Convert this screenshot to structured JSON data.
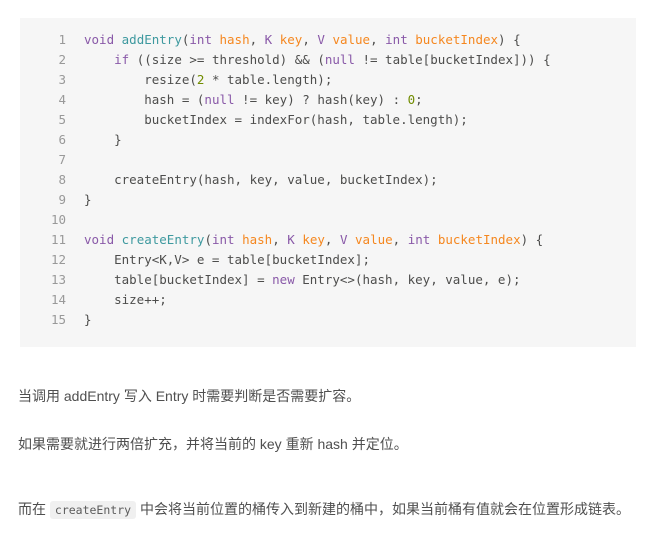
{
  "code_block": {
    "language": "java",
    "background_color": "#f6f6f6",
    "line_number_color": "#999999",
    "plain_color": "#4d4d4c",
    "keyword_color": "#8959a8",
    "function_color": "#3e999f",
    "variable_color": "#f5871f",
    "number_color": "#718c00",
    "lines": [
      {
        "n": "1",
        "text": "void addEntry(int hash, K key, V value, int bucketIndex) {"
      },
      {
        "n": "2",
        "text": "    if ((size >= threshold) && (null != table[bucketIndex])) {"
      },
      {
        "n": "3",
        "text": "        resize(2 * table.length);"
      },
      {
        "n": "4",
        "text": "        hash = (null != key) ? hash(key) : 0;"
      },
      {
        "n": "5",
        "text": "        bucketIndex = indexFor(hash, table.length);"
      },
      {
        "n": "6",
        "text": "    }"
      },
      {
        "n": "7",
        "text": ""
      },
      {
        "n": "8",
        "text": "    createEntry(hash, key, value, bucketIndex);"
      },
      {
        "n": "9",
        "text": "}"
      },
      {
        "n": "10",
        "text": ""
      },
      {
        "n": "11",
        "text": "void createEntry(int hash, K key, V value, int bucketIndex) {"
      },
      {
        "n": "12",
        "text": "    Entry<K,V> e = table[bucketIndex];"
      },
      {
        "n": "13",
        "text": "    table[bucketIndex] = new Entry<>(hash, key, value, e);"
      },
      {
        "n": "14",
        "text": "    size++;"
      },
      {
        "n": "15",
        "text": "}"
      }
    ]
  },
  "prose": {
    "paragraph_1": "当调用 addEntry 写入 Entry 时需要判断是否需要扩容。",
    "paragraph_2": "如果需要就进行两倍扩充，并将当前的 key 重新 hash 并定位。",
    "paragraph_3_before": "而在 ",
    "paragraph_3_code": "createEntry",
    "paragraph_3_after": " 中会将当前位置的桶传入到新建的桶中，如果当前桶有值就会在位置形成链表。"
  }
}
